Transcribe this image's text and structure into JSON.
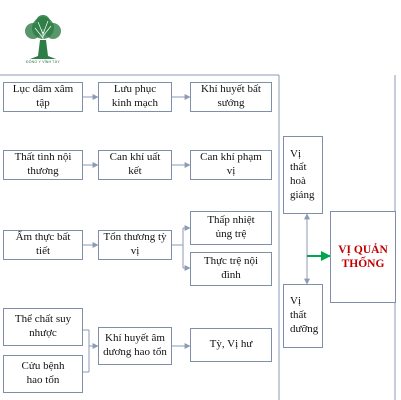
{
  "logo": {
    "text": "ĐÔNG Y VĨNH TÙY",
    "icon": "tree-logo-icon",
    "color": "#2e7d46"
  },
  "colors": {
    "box_border": "#7f8fa8",
    "arrow": "#8c9bb5",
    "highlight_arrow": "#00a650",
    "result_text": "#c00000"
  },
  "rows": [
    {
      "cause": "Lục dâm xâm\ntập",
      "process": "Lưu phục\nkinh mạch",
      "effects": [
        "Khí huyết bất\nsướng"
      ]
    },
    {
      "cause": "Thất tình nội\nthương",
      "process": "Can khí uất\nkết",
      "effects": [
        "Can khí phạm\nvị"
      ]
    },
    {
      "cause": "Ẩm thực bất\ntiết",
      "process": "Tổn thương tỳ\nvị",
      "effects": [
        "Thấp nhiệt\nủng trệ",
        "Thực trệ nội\nđình"
      ]
    },
    {
      "causes": [
        "Thể chất suy\nnhược",
        "Cửu bệnh\nhao tổn"
      ],
      "process": "Khí huyết âm\ndương hao tổn",
      "effects": [
        "Tỳ, Vị hư"
      ]
    }
  ],
  "mechanisms": [
    "Vị\nthất\nhoà\ngiáng",
    "Vị\nthất\ndưỡng"
  ],
  "result": "VỊ QUẢN\nTHỐNG"
}
